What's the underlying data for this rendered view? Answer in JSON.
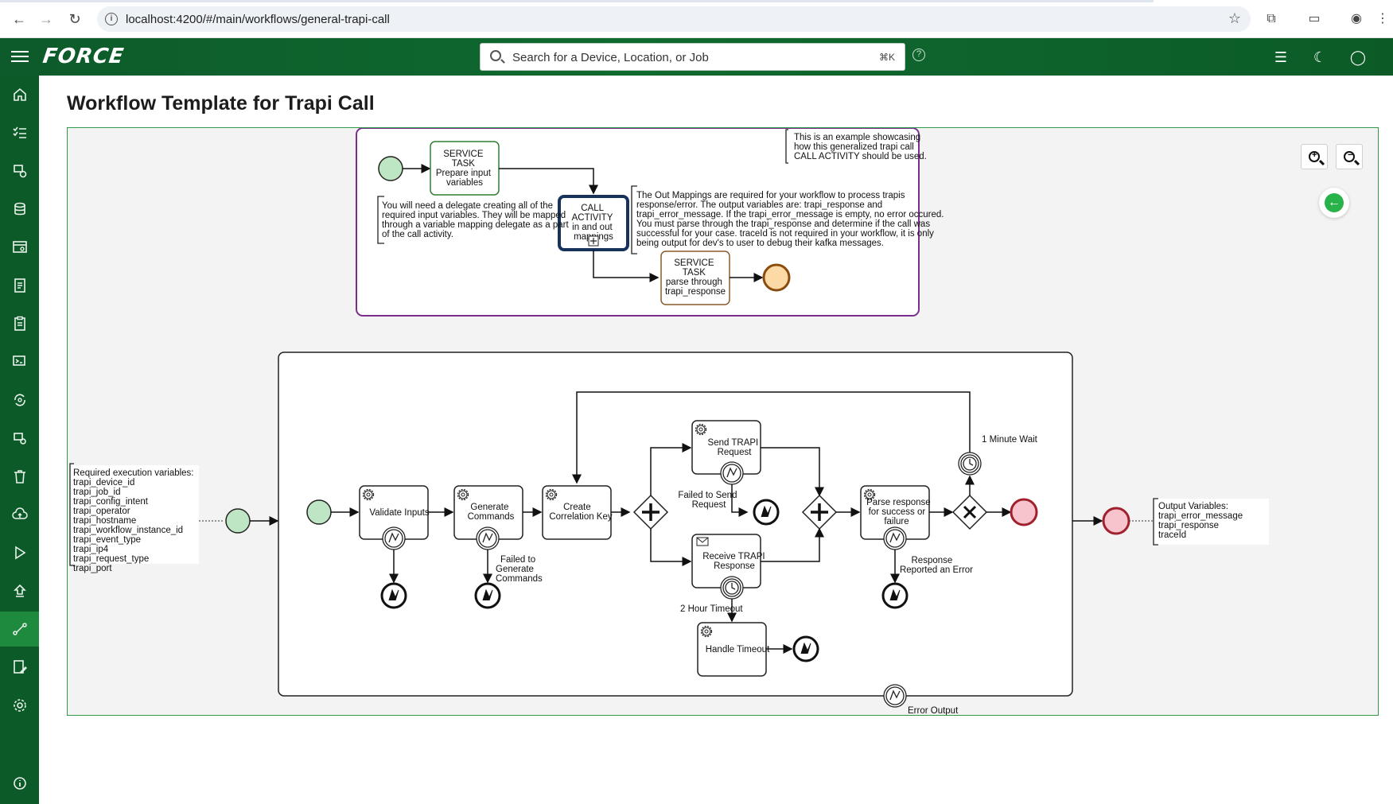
{
  "browser": {
    "url": "localhost:4200/#/main/workflows/general-trapi-call"
  },
  "header": {
    "logo": "FORCE",
    "search_placeholder": "Search for a Device, Location, or Job",
    "search_shortcut": "⌘K"
  },
  "sidebar": {
    "items": [
      {
        "icon": "home-icon"
      },
      {
        "icon": "checklist-icon"
      },
      {
        "icon": "devices-icon"
      },
      {
        "icon": "database-icon"
      },
      {
        "icon": "browser-settings-icon"
      },
      {
        "icon": "document-list-icon"
      },
      {
        "icon": "clipboard-icon"
      },
      {
        "icon": "config-icon"
      },
      {
        "icon": "sync-settings-icon"
      },
      {
        "icon": "device-settings-icon"
      },
      {
        "icon": "trash-icon"
      },
      {
        "icon": "cloud-upload-icon"
      },
      {
        "icon": "play-icon"
      },
      {
        "icon": "upload-icon"
      },
      {
        "icon": "workflow-icon",
        "active": true
      },
      {
        "icon": "edit-document-icon"
      },
      {
        "icon": "gear-icon"
      },
      {
        "icon": "info-icon"
      }
    ]
  },
  "page": {
    "title": "Workflow Template for Trapi Call"
  },
  "diagram": {
    "example": {
      "service_task_1": [
        "SERVICE",
        "TASK",
        "Prepare input",
        "variables"
      ],
      "call_activity": [
        "CALL",
        "ACTIVITY",
        "in and out",
        "mappings"
      ],
      "service_task_2": [
        "SERVICE",
        "TASK",
        "parse through",
        "trapi_response"
      ],
      "note_showcase": [
        "This is an example showcasing",
        "how this generalized trapi call",
        "CALL ACTIVITY should be used."
      ],
      "note_delegate": [
        "You will need a delegate creating all of the",
        "required input variables. They will be mapped",
        "through a variable mapping delegate as a part",
        "of the call activity."
      ],
      "note_out_mappings": [
        "The Out Mappings are required for your workflow to process trapis",
        "response/error. The output variables are: trapi_response and",
        "trapi_error_message. If the trapi_error_message is empty, no error occured.",
        "You must parse through the trapi_response and determine if the call was",
        "successful for your case. traceId is not required in your workflow, it is only",
        "being output for dev's to user to debug their kafka messages."
      ]
    },
    "main": {
      "required_vars": [
        "Required execution variables:",
        "trapi_device_id",
        "trapi_job_id",
        "trapi_config_intent",
        "trapi_operator",
        "trapi_hostname",
        "trapi_workflow_instance_id",
        "trapi_event_type",
        "trapi_ip4",
        "trapi_request_type",
        "trapi_port"
      ],
      "output_vars": [
        "Output Variables:",
        "trapi_error_message",
        "trapi_response",
        "traceId"
      ],
      "validate_inputs": [
        "Validate Inputs"
      ],
      "generate_commands": [
        "Generate",
        "Commands"
      ],
      "create_correlation_key": [
        "Create",
        "Correlation Key"
      ],
      "send_trapi_request": [
        "Send TRAPI",
        "Request"
      ],
      "receive_trapi_response": [
        "Receive TRAPI",
        "Response"
      ],
      "handle_timeout": [
        "Handle Timeout"
      ],
      "parse_response": [
        "Parse response",
        "for success or",
        "failure"
      ],
      "label_failed_send": [
        "Failed to Send",
        "Request"
      ],
      "label_failed_generate": [
        "Failed to",
        "Generate",
        "Commands"
      ],
      "label_timeout": "2 Hour Timeout",
      "label_wait": "1 Minute Wait",
      "label_response_error": [
        "Response",
        "Reported an Error"
      ],
      "label_error_output": "Error Output"
    }
  }
}
